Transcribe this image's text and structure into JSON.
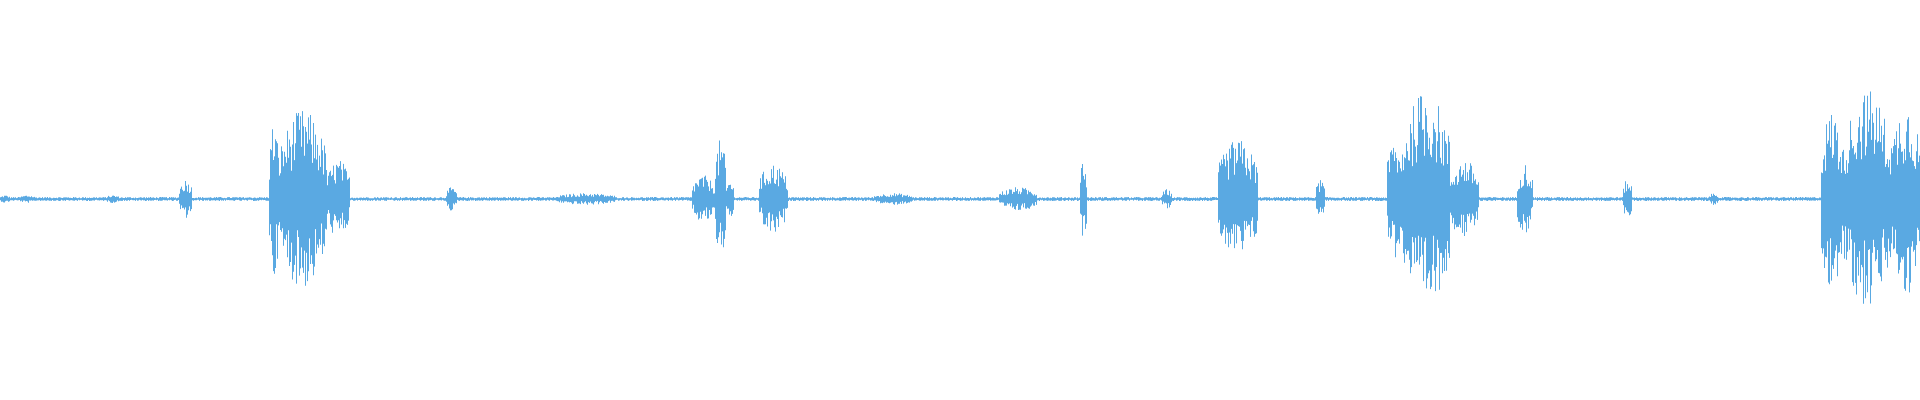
{
  "waveform": {
    "color": "#5aa9e2",
    "background": "#ffffff",
    "baseline_amplitude": 0.01,
    "bursts": [
      {
        "start": 0.0,
        "end": 0.005,
        "amplitude": 0.02
      },
      {
        "start": 0.01,
        "end": 0.018,
        "amplitude": 0.02
      },
      {
        "start": 0.055,
        "end": 0.062,
        "amplitude": 0.02
      },
      {
        "start": 0.093,
        "end": 0.1,
        "amplitude": 0.1
      },
      {
        "start": 0.14,
        "end": 0.145,
        "amplitude": 0.4
      },
      {
        "start": 0.145,
        "end": 0.17,
        "amplitude": 0.45
      },
      {
        "start": 0.17,
        "end": 0.182,
        "amplitude": 0.2
      },
      {
        "start": 0.232,
        "end": 0.238,
        "amplitude": 0.06
      },
      {
        "start": 0.29,
        "end": 0.32,
        "amplitude": 0.03
      },
      {
        "start": 0.36,
        "end": 0.372,
        "amplitude": 0.12
      },
      {
        "start": 0.372,
        "end": 0.378,
        "amplitude": 0.3
      },
      {
        "start": 0.378,
        "end": 0.382,
        "amplitude": 0.1
      },
      {
        "start": 0.395,
        "end": 0.41,
        "amplitude": 0.18
      },
      {
        "start": 0.455,
        "end": 0.475,
        "amplitude": 0.03
      },
      {
        "start": 0.52,
        "end": 0.54,
        "amplitude": 0.06
      },
      {
        "start": 0.562,
        "end": 0.566,
        "amplitude": 0.2
      },
      {
        "start": 0.605,
        "end": 0.61,
        "amplitude": 0.05
      },
      {
        "start": 0.634,
        "end": 0.655,
        "amplitude": 0.3
      },
      {
        "start": 0.685,
        "end": 0.69,
        "amplitude": 0.1
      },
      {
        "start": 0.722,
        "end": 0.73,
        "amplitude": 0.3
      },
      {
        "start": 0.73,
        "end": 0.755,
        "amplitude": 0.55
      },
      {
        "start": 0.755,
        "end": 0.77,
        "amplitude": 0.2
      },
      {
        "start": 0.79,
        "end": 0.798,
        "amplitude": 0.18
      },
      {
        "start": 0.845,
        "end": 0.85,
        "amplitude": 0.1
      },
      {
        "start": 0.89,
        "end": 0.895,
        "amplitude": 0.03
      },
      {
        "start": 0.948,
        "end": 0.96,
        "amplitude": 0.45
      },
      {
        "start": 0.96,
        "end": 0.985,
        "amplitude": 0.55
      },
      {
        "start": 0.985,
        "end": 1.0,
        "amplitude": 0.5
      }
    ]
  }
}
